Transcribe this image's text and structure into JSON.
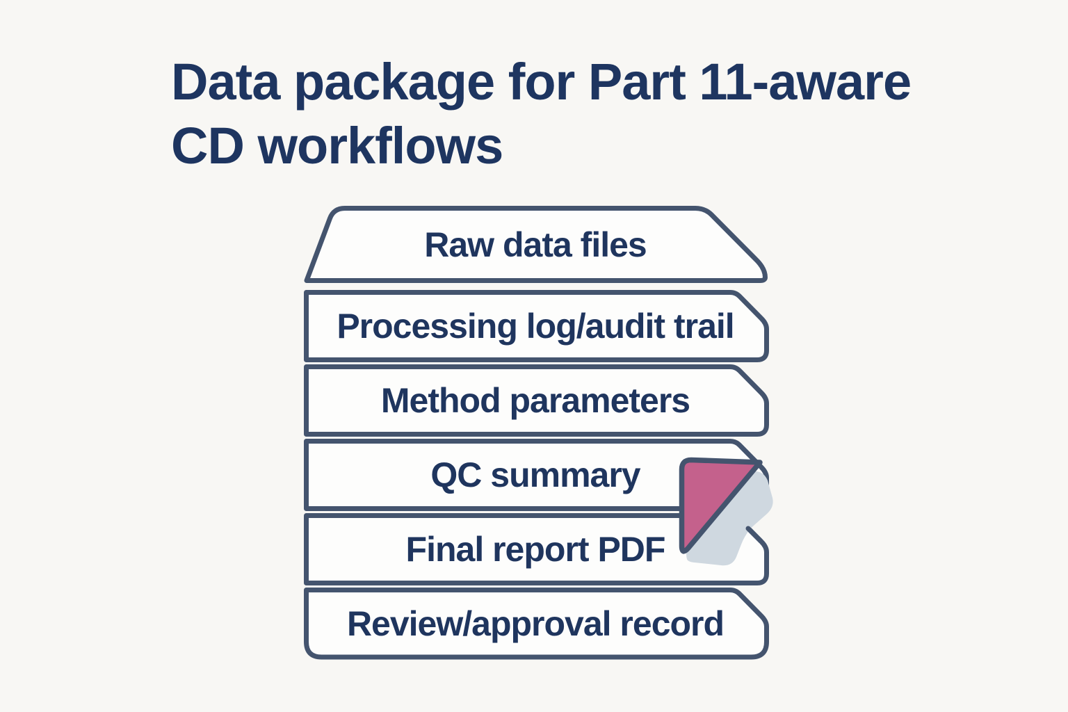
{
  "title": {
    "lines": [
      "Data package for Part 11-aware",
      "CD workflows"
    ]
  },
  "stack": {
    "layers": [
      {
        "label": "Raw data files"
      },
      {
        "label": "Processing log/audit trail"
      },
      {
        "label": "Method parameters"
      },
      {
        "label": "QC summary"
      },
      {
        "label": "Final report PDF"
      },
      {
        "label": "Review/approval record"
      }
    ]
  },
  "fold": {
    "front_color": "#c4618c",
    "underside_color": "#cfd8e0"
  },
  "colors": {
    "background": "#f8f7f4",
    "layer_fill": "#fdfdfc",
    "outline": "#44546e",
    "title_text": "#1e3560",
    "label_text": "#1f355e"
  }
}
